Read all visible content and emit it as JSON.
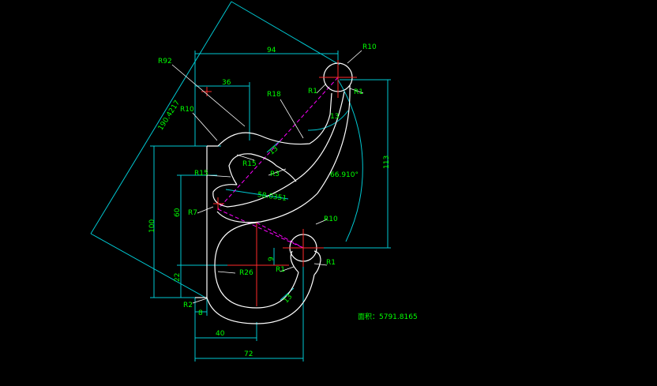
{
  "drawing": {
    "colors": {
      "background": "#000000",
      "outline": "#ffffff",
      "dimension": "#00c8d2",
      "text": "#00ff00",
      "centerline": "#ff2a2a",
      "construction": "#ff00ff"
    },
    "dimensions": {
      "d94": "94",
      "d36": "36",
      "d113": "113",
      "d100": "100",
      "d60": "60",
      "d22": "22",
      "d8": "8",
      "d40": "40",
      "d72": "72",
      "d9": "9",
      "d13a": "13",
      "d13b": "13",
      "d13c": "13",
      "diag": "190.4217",
      "mid": "58.0351",
      "angle": "66.910°"
    },
    "radii": {
      "r92": "R92",
      "r10_top": "R10",
      "r10_left": "R10",
      "r10_low": "R10",
      "r18": "R18",
      "r1_a": "R1",
      "r1_b": "R1",
      "r1_c": "R1",
      "r1_d": "R1",
      "r15a": "R15",
      "r15b": "R15",
      "r3": "R3",
      "r7": "R7",
      "r26": "R26",
      "r2": "R2"
    },
    "area_label": "面积：5791.8165"
  }
}
